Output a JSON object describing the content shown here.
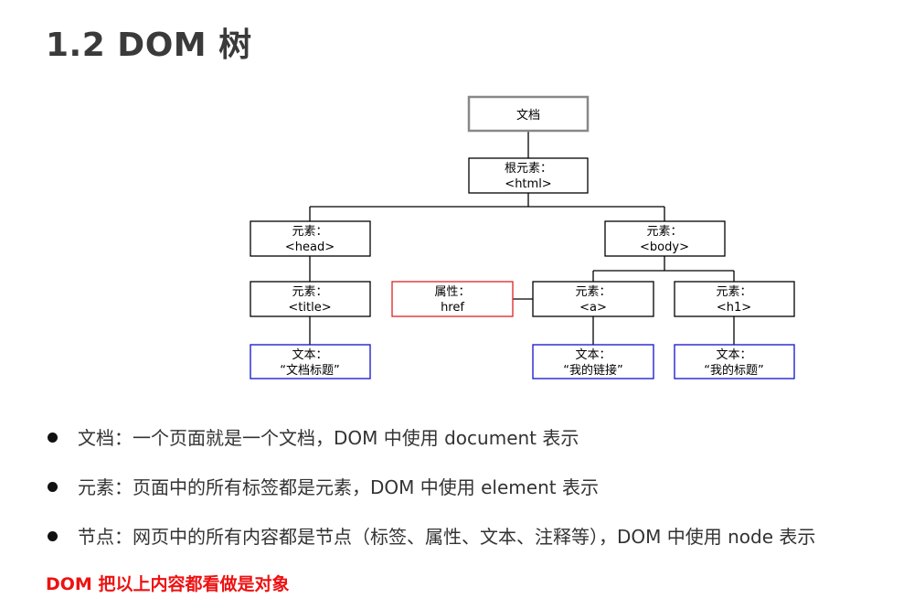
{
  "page": {
    "title": "1.2 DOM 树"
  },
  "diagram": {
    "nodes": {
      "document": {
        "line1": "文档"
      },
      "html": {
        "line1": "根元素：",
        "line2": "<html>"
      },
      "head": {
        "line1": "元素：",
        "line2": "<head>"
      },
      "body": {
        "line1": "元素：",
        "line2": "<body>"
      },
      "title": {
        "line1": "元素：",
        "line2": "<title>"
      },
      "attr_href": {
        "line1": "属性：",
        "line2": "href"
      },
      "a": {
        "line1": "元素：",
        "line2": "<a>"
      },
      "h1": {
        "line1": "元素：",
        "line2": "<h1>"
      },
      "text_title": {
        "line1": "文本：",
        "line2": "“文档标题”"
      },
      "text_link": {
        "line1": "文本：",
        "line2": "“我的链接”"
      },
      "text_h1": {
        "line1": "文本：",
        "line2": "“我的标题”"
      }
    },
    "colors": {
      "document_border": "#888888",
      "element_border": "#000000",
      "attribute_border": "#dd2222",
      "text_border": "#1111cc"
    }
  },
  "bullets": [
    "文档：一个页面就是一个文档，DOM 中使用 document 表示",
    "元素：页面中的所有标签都是元素，DOM 中使用 element 表示",
    "节点：网页中的所有内容都是节点（标签、属性、文本、注释等），DOM 中使用 node 表示"
  ],
  "conclusion": "DOM 把以上内容都看做是对象"
}
